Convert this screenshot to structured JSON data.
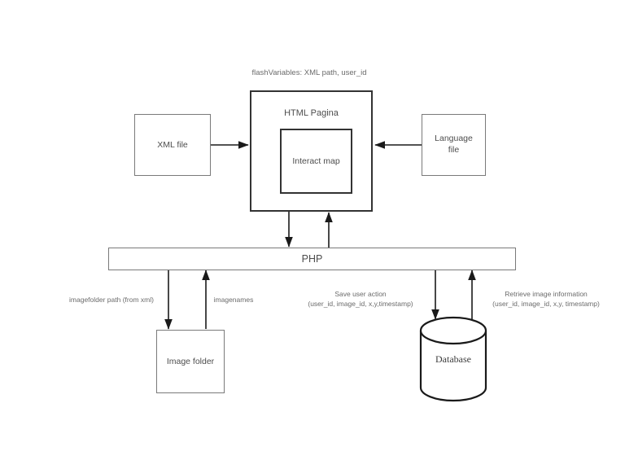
{
  "diagram": {
    "title_label": "flashVariables: XML path, user_id",
    "nodes": {
      "xml_file": "XML file",
      "html_page": "HTML Pagina",
      "interact_map": "Interact map",
      "language_file": "Language\nfile",
      "language_file_line1": "Language",
      "language_file_line2": "file",
      "php": "PHP",
      "image_folder": "Image folder",
      "database": "Database"
    },
    "edge_labels": {
      "imagefolder_path": "imagefolder path (from xml)",
      "imagenames": "imagenames",
      "save_user_action_line1": "Save user action",
      "save_user_action_line2": "(user_id, image_id, x,y,timestamp)",
      "retrieve_image_info_line1": "Retrieve image information",
      "retrieve_image_info_line2": "(user_id, image_id, x,y, timestamp)"
    },
    "colors": {
      "stroke_light": "#7a7a7a",
      "stroke_strong": "#333333",
      "text": "#4d4d4d",
      "label_text": "#6b6b6b",
      "background": "#ffffff"
    }
  }
}
